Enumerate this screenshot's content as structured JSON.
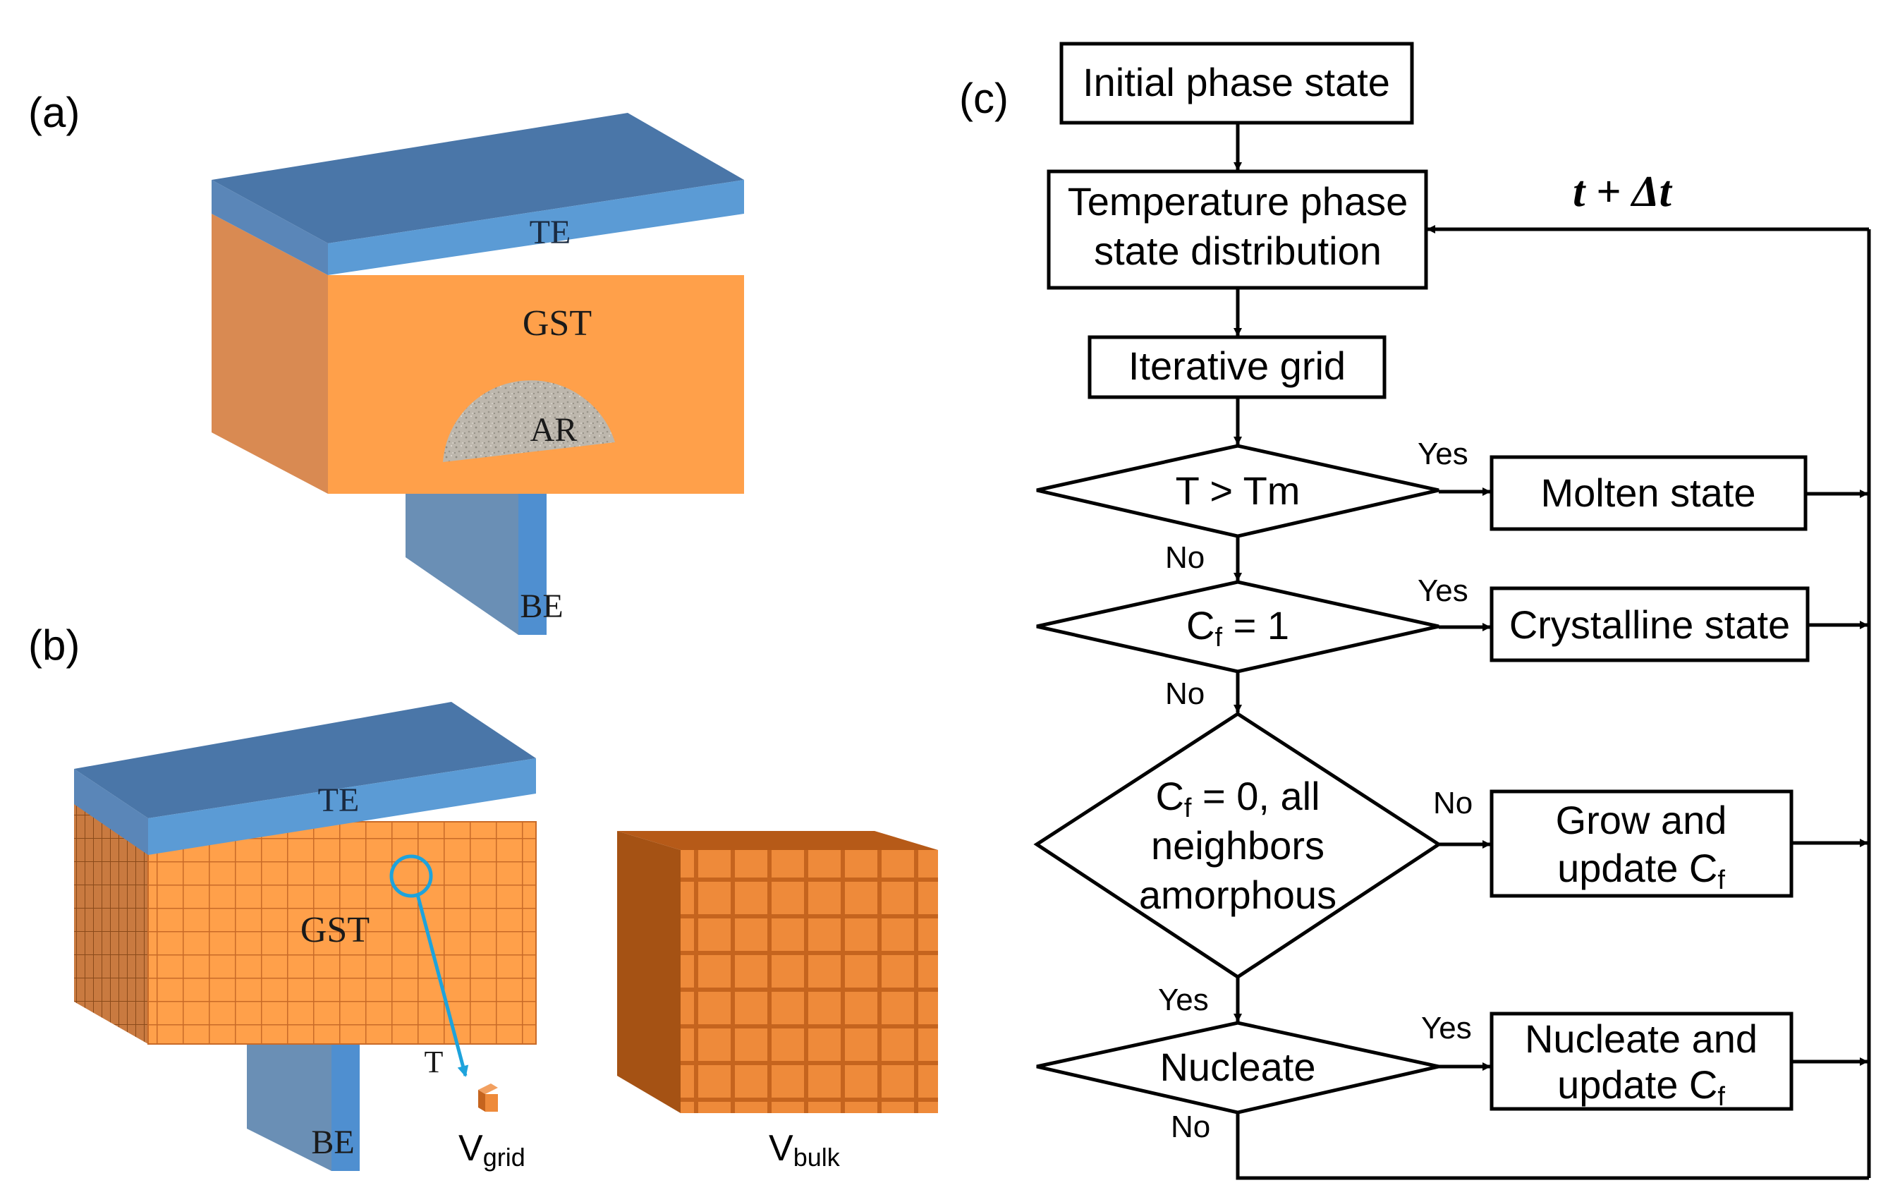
{
  "panel_a": {
    "label": "(a)",
    "te": "TE",
    "gst": "GST",
    "ar": "AR",
    "be": "BE"
  },
  "panel_b": {
    "label": "(b)",
    "te": "TE",
    "gst": "GST",
    "be": "BE",
    "t": "T",
    "v_grid": "V",
    "v_grid_sub": "grid",
    "v_bulk": "V",
    "v_bulk_sub": "bulk"
  },
  "panel_c": {
    "label": "(c)",
    "loop_label": "t + Δt",
    "box_initial": "Initial phase state",
    "box_temp_line1": "Temperature phase",
    "box_temp_line2": "state distribution",
    "box_grid": "Iterative grid",
    "d1_text": "T > Tm",
    "d2_text_pre": "C",
    "d2_text_sub": "f",
    "d2_text_post": " = 1",
    "d3_line1_pre": "C",
    "d3_line1_sub": "f",
    "d3_line1_post": " = 0, all",
    "d3_line2": "neighbors",
    "d3_line3": "amorphous",
    "d4_text": "Nucleate",
    "yes": "Yes",
    "no": "No",
    "molten": "Molten state",
    "crystalline": "Crystalline state",
    "grow_line1": "Grow and",
    "grow_line2_pre": "update C",
    "grow_line2_sub": "f",
    "nucleate_line1": "Nucleate and",
    "nucleate_line2_pre": "update C",
    "nucleate_line2_sub": "f"
  },
  "colors": {
    "te_top": "#4a76a8",
    "te_front": "#5b9bd5",
    "te_side": "#5a86b8",
    "gst_front": "#ffa04a",
    "gst_side": "#d98a52",
    "be_front": "#4f8fd0",
    "be_side": "#6a8fb5",
    "ar_fill": "#bdb7ad",
    "cube_dark": "#c5641e",
    "cube_light": "#ee8a3a",
    "arrow_blue": "#1ea3dc"
  }
}
